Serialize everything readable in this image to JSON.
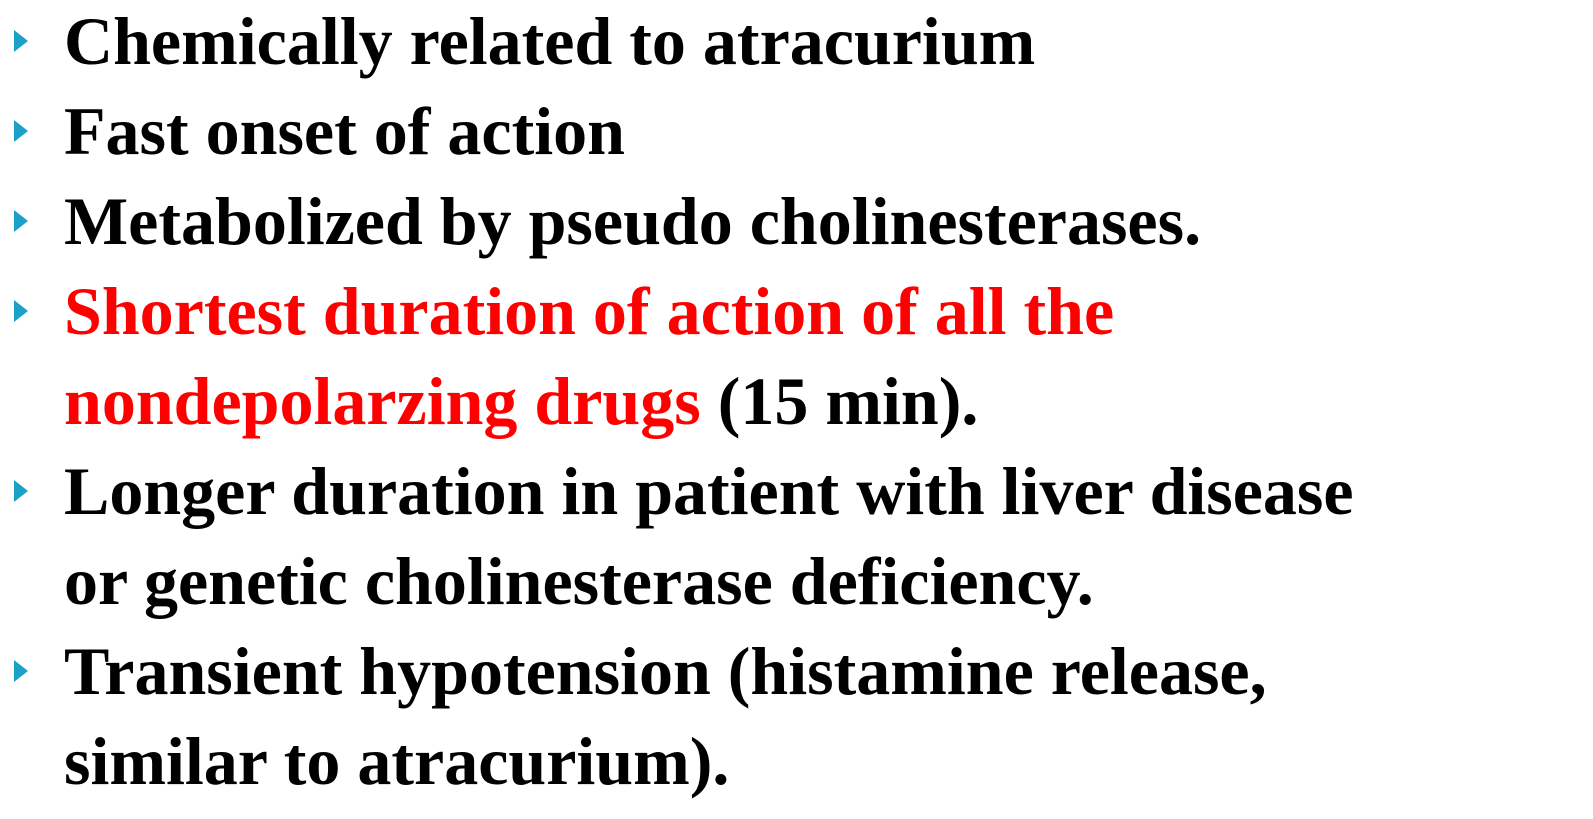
{
  "colors": {
    "bullet": "#1aa1c8",
    "text": "#000000",
    "emphasis": "#ff0000"
  },
  "bullets": [
    {
      "text": "Chemically related to atracurium"
    },
    {
      "text": "Fast onset of action"
    },
    {
      "text": "Metabolized by pseudo cholinesterases."
    },
    {
      "emphasis_line1": "Shortest duration of action of all the",
      "emphasis_line2": "nondepolarzing drugs",
      "text_after": " (15 min)."
    },
    {
      "line1": "Longer duration in patient with liver disease",
      "line2": "or genetic cholinesterase deficiency."
    },
    {
      "line1": "Transient hypotension (histamine release,",
      "line2": "similar to atracurium)."
    }
  ]
}
